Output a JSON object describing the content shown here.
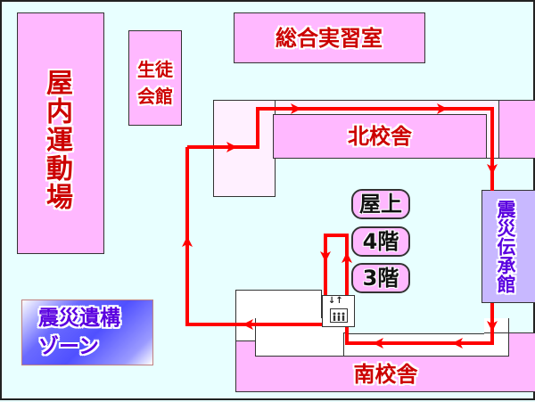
{
  "colors": {
    "background": "#e8ffff",
    "building": "#ffb8ff",
    "building_light": "#fff0ff",
    "corridor": "#ffffff",
    "memorial_hall": "#c8b8ff",
    "route": "#ff0000",
    "label_red": "#cc0000",
    "label_blue": "#5a00e0"
  },
  "buildings": {
    "indoor_gym": "屋内運動場",
    "student_hall_line1": "生徒",
    "student_hall_line2": "会館",
    "practice_room": "総合実習室",
    "north_building": "北校舎",
    "south_building": "南校舎",
    "memorial_hall": "震災伝承館"
  },
  "floors": [
    {
      "label": "屋上"
    },
    {
      "label": "4階"
    },
    {
      "label": "3階"
    }
  ],
  "zone": {
    "line1": "震災遺構",
    "line2": "ゾーン"
  },
  "elevator": {
    "icon": "elevator-icon",
    "arrows": "↓↑"
  },
  "route": {
    "description": "Tour route: north corridor → memorial hall → south corridor → elevator → 4th floor → west path back to north"
  }
}
